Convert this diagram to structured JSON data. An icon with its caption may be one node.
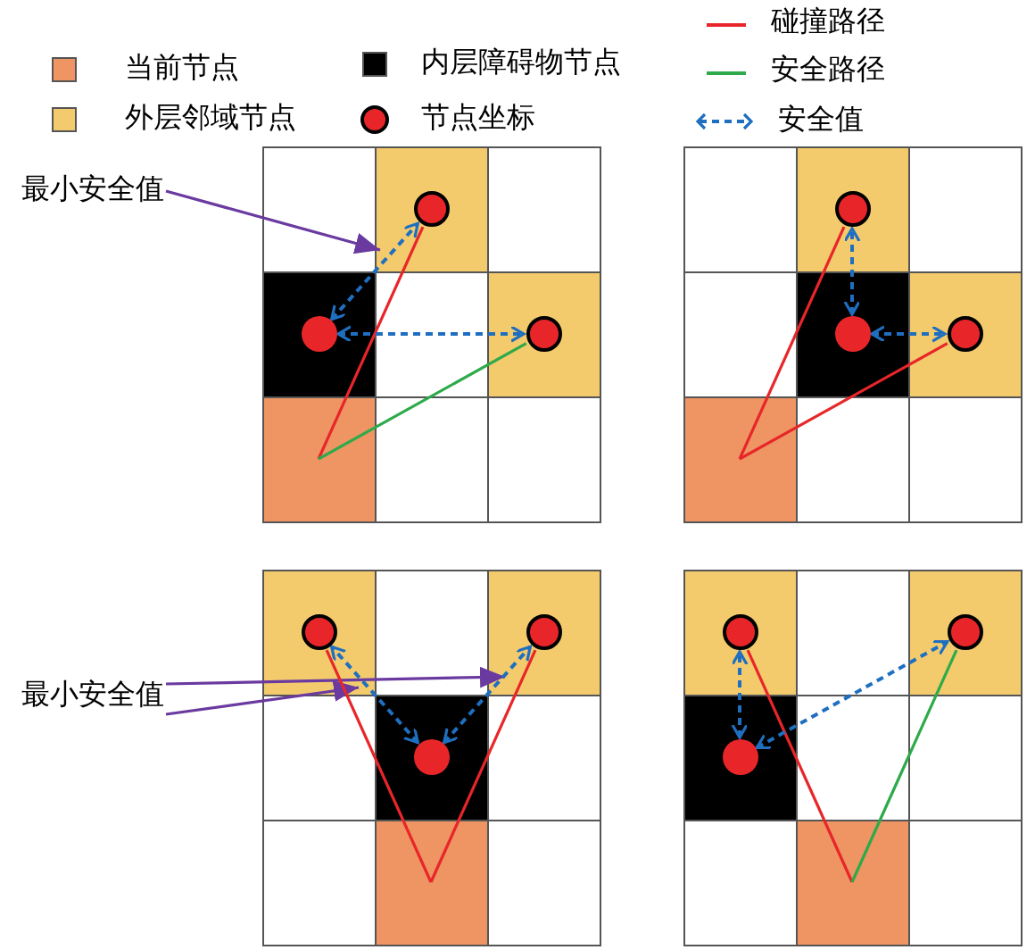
{
  "diagram": {
    "nodes": [
      {
        "text": [
          "最小安全值"
        ]
      },
      {
        "text": [],
        "shape": "circle"
      },
      {
        "text": [],
        "shape": "circle"
      },
      {
        "text": [],
        "shape": "circle"
      },
      {
        "text": [],
        "shape": "box"
      },
      {
        "text": [],
        "shape": "circle"
      },
      {
        "text": [],
        "shape": "circle"
      },
      {
        "text": [],
        "shape": "circle"
      },
      {
        "text": [],
        "shape": "box"
      },
      {
        "text": [
          "最小安全值"
        ]
      },
      {
        "text": [],
        "shape": "circle"
      },
      {
        "text": [],
        "shape": "circle"
      },
      {
        "text": [],
        "shape": "circle"
      },
      {
        "text": [],
        "shape": "box"
      },
      {
        "text": [],
        "shape": "circle"
      },
      {
        "text": [],
        "shape": "circle"
      },
      {
        "text": [],
        "shape": "circle"
      },
      {
        "text": [],
        "shape": "box"
      }
    ],
    "edges": [
      {
        "from": 0,
        "to": 1,
        "arrow": "to",
        "color": "#6a3aa0"
      },
      {
        "from": 4,
        "to": 1,
        "arrow": "none",
        "color": "#e8262a"
      },
      {
        "from": 4,
        "to": 3,
        "arrow": "none",
        "color": "#2eaa4a"
      },
      {
        "from": 2,
        "to": 1,
        "arrow": "both",
        "style": "dashed"
      },
      {
        "from": 2,
        "to": 3,
        "arrow": "both",
        "style": "dashed"
      },
      {
        "from": 8,
        "to": 5,
        "arrow": "none",
        "color": "#e8262a"
      },
      {
        "from": 8,
        "to": 7,
        "arrow": "none",
        "color": "#e8262a"
      },
      {
        "from": 6,
        "to": 5,
        "arrow": "both",
        "style": "dashed"
      },
      {
        "from": 6,
        "to": 7,
        "arrow": "both",
        "style": "dashed"
      },
      {
        "from": 9,
        "to": 11,
        "arrow": "to",
        "color": "#6a3aa0"
      },
      {
        "from": 9,
        "to": 10,
        "arrow": "to",
        "color": "#6a3aa0"
      },
      {
        "from": 13,
        "to": 10,
        "arrow": "none",
        "color": "#e8262a"
      },
      {
        "from": 13,
        "to": 11,
        "arrow": "none",
        "color": "#e8262a"
      },
      {
        "from": 12,
        "to": 10,
        "arrow": "both",
        "style": "dashed"
      },
      {
        "from": 12,
        "to": 11,
        "arrow": "both",
        "style": "dashed"
      },
      {
        "from": 17,
        "to": 14,
        "arrow": "none",
        "color": "#e8262a"
      },
      {
        "from": 17,
        "to": 15,
        "arrow": "none",
        "color": "#2eaa4a"
      },
      {
        "from": 16,
        "to": 14,
        "arrow": "both",
        "style": "dashed"
      },
      {
        "from": 16,
        "to": 15,
        "arrow": "both",
        "style": "dashed"
      }
    ],
    "legend": [
      {
        "text": "当前节点",
        "color": "#ee9563"
      },
      {
        "text": "外层邻域节点",
        "color": "#f3cb6c"
      },
      {
        "text": "内层障碍物节点",
        "color": "#000000"
      },
      {
        "text": "节点坐标"
      },
      {
        "text": "碰撞路径"
      },
      {
        "text": "安全路径"
      },
      {
        "text": "安全值"
      }
    ]
  }
}
